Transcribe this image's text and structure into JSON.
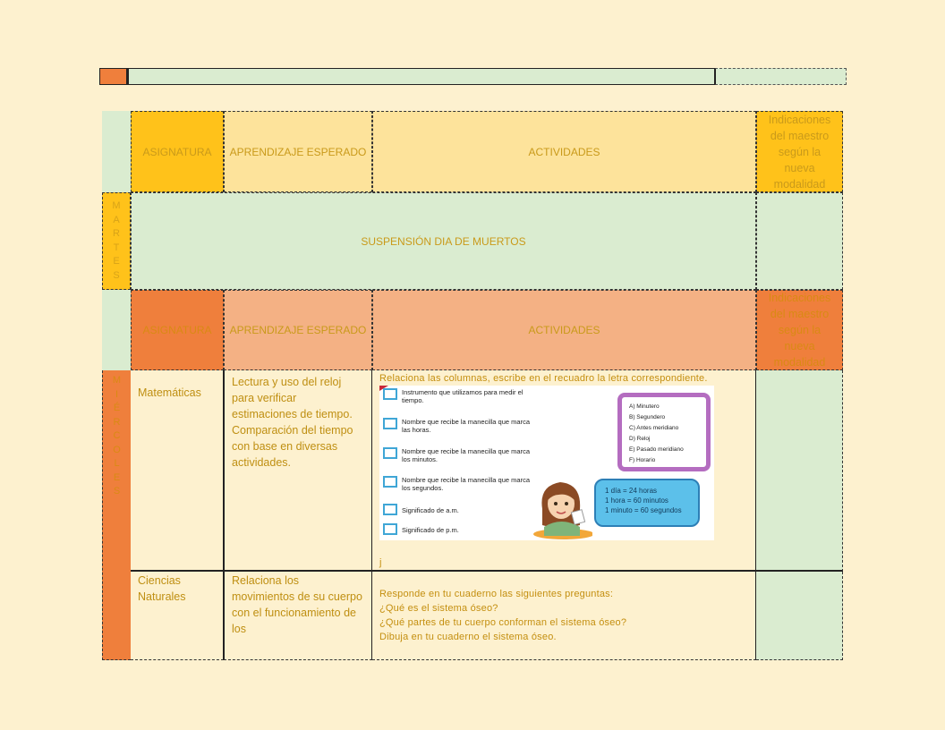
{
  "header": {
    "subject_label": "ASIGNATURA",
    "learning_label": "APRENDIZAJE ESPERADO",
    "activities_label": "ACTIVIDADES",
    "teacher_label": "Indicaciones del maestro según la nueva modalidad"
  },
  "day_tuesday": {
    "letters": [
      "M",
      "A",
      "R",
      "T",
      "E",
      "S"
    ],
    "message": "SUSPENSIÓN DIA DE MUERTOS"
  },
  "day_wednesday": {
    "letters": [
      "M",
      "I",
      "É",
      "R",
      "C",
      "O",
      "L",
      "E",
      "S"
    ]
  },
  "rows": [
    {
      "subject": "Matemáticas",
      "learning": "Lectura y uso del reloj para verificar estimaciones de tiempo. Comparación del tiempo con base en diversas actividades.",
      "instruction": "Relaciona las columnas, escribe en el recuadro la letra correspondiente.",
      "trailing": "j"
    },
    {
      "subject": "Ciencias Naturales",
      "learning": "Relaciona los movimientos de su cuerpo con el funcionamiento de los",
      "activities": [
        "Responde en tu cuaderno las siguientes preguntas:",
        "¿Qué es el sistema óseo?",
        "¿Qué partes de tu cuerpo conforman el sistema óseo?",
        "Dibuja en tu cuaderno el sistema óseo."
      ]
    }
  ],
  "exercise": {
    "prompts": [
      "Instrumento que utilizamos para medir el tiempo.",
      "Nombre que recibe la manecilla que marca las horas.",
      "Nombre que recibe la manecilla que marca los minutos.",
      "Nombre que recibe la manecilla que marca los segundos.",
      "Significado de a.m.",
      "Significado de p.m."
    ],
    "options": [
      "A)  Minutero",
      "B)  Segundero",
      "C)  Antes meridiano",
      "D)  Reloj",
      "E)  Pasado meridiano",
      "F)  Horario"
    ],
    "bubble": [
      "1 día  = 24 horas",
      "1 hora  = 60 minutos",
      "1 minuto = 60 segundos"
    ]
  },
  "colors": {
    "background": "#fdf1cf",
    "green": "#daecd0",
    "yellow_dark": "#ffc21a",
    "yellow_light": "#fde39b",
    "orange_dark": "#ef7f3c",
    "orange_light": "#f4b184",
    "text": "#c99a1a"
  }
}
